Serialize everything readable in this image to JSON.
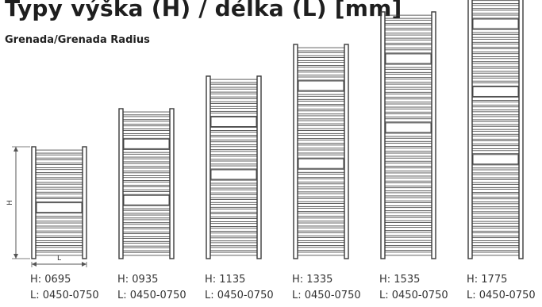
{
  "title": "Typy výška (H) / délka (L) [mm]",
  "subtitle": "Grenada/Grenada Radius",
  "dimension_labels": {
    "height": "H",
    "length": "L"
  },
  "colors": {
    "stroke": "#3a3a3a",
    "dim": "#555555"
  },
  "radiators": [
    {
      "height": "H: 0695",
      "length": "L: 0450-0750",
      "height_mm": 695,
      "bars": 20,
      "gaps": [
        0.54
      ]
    },
    {
      "height": "H: 0935",
      "length": "L: 0450-0750",
      "height_mm": 935,
      "bars": 27,
      "gaps": [
        0.22,
        0.58
      ]
    },
    {
      "height": "H: 1135",
      "length": "L: 0450-0750",
      "height_mm": 1135,
      "bars": 33,
      "gaps": [
        0.24,
        0.5
      ]
    },
    {
      "height": "H: 1335",
      "length": "L: 0450-0750",
      "height_mm": 1335,
      "bars": 39,
      "gaps": [
        0.18,
        0.54
      ]
    },
    {
      "height": "H: 1535",
      "length": "L: 0450-0750",
      "height_mm": 1535,
      "bars": 45,
      "gaps": [
        0.18,
        0.44
      ]
    },
    {
      "height": "H: 1775",
      "length": "L: 0450-0750",
      "height_mm": 1775,
      "bars": 52,
      "gaps": [
        0.17,
        0.4,
        0.64
      ]
    }
  ]
}
